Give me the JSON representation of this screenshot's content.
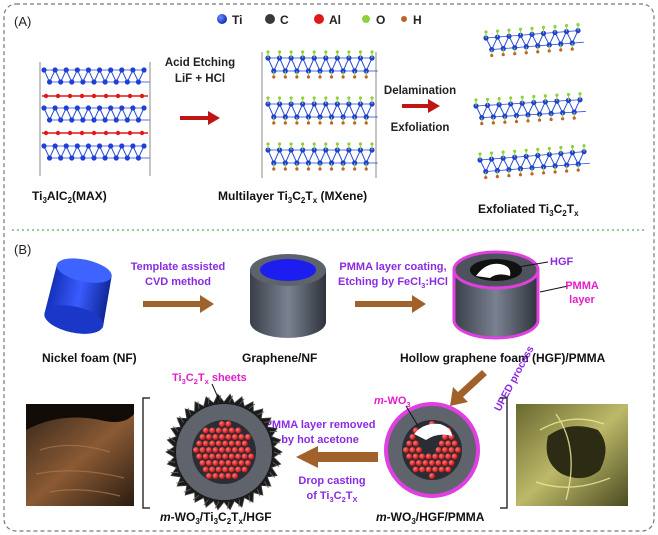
{
  "panel_a": {
    "label": "(A)",
    "legend": [
      {
        "symbol": "Ti",
        "color": "#1f3fd6"
      },
      {
        "symbol": "C",
        "color": "#3a3a3a"
      },
      {
        "symbol": "Al",
        "color": "#e01818"
      },
      {
        "symbol": "O",
        "color": "#8fd13a"
      },
      {
        "symbol": "H",
        "color": "#c0622a"
      }
    ],
    "step1": {
      "line1": "Acid Etching",
      "line2": "LiF + HCl"
    },
    "step2": {
      "line1": "Delamination",
      "line2": "Exfoliation"
    },
    "max_label": {
      "a": "Ti",
      "s1": "3",
      "b": "AlC",
      "s2": "2",
      "c": "(MAX)"
    },
    "multilayer_label": {
      "a": "Multilayer Ti",
      "s1": "3",
      "b": "C",
      "s2": "2",
      "c": "T",
      "s3": "x",
      "d": " (MXene)"
    },
    "exfoliated_label": {
      "a": "Exfoliated Ti",
      "s1": "3",
      "b": "C",
      "s2": "2",
      "c": "T",
      "s3": "x"
    }
  },
  "panel_b": {
    "label": "(B)",
    "step_cvd": {
      "line1": "Template assisted",
      "line2": "CVD method"
    },
    "step_pmma": {
      "line1": "PMMA layer coating,",
      "line2a": "Etching by FeCl",
      "line2s": "3",
      "line2b": ":HCl"
    },
    "hgf_label": "HGF",
    "pmma_label": {
      "line1": "PMMA",
      "line2": "layer"
    },
    "nickel_label": "Nickel foam (NF)",
    "graphene_label": "Graphene/NF",
    "hollow_label": "Hollow graphene foam (HGF)/PMMA",
    "uped_label": "UPED process",
    "wo3_label": {
      "a": "m",
      "b": "-WO",
      "s": "3"
    },
    "sheets_label": {
      "a": "Ti",
      "s1": "3",
      "b": "C",
      "s2": "2",
      "c": "T",
      "s3": "x",
      "d": " sheets"
    },
    "step_remove": {
      "line1": "PMMA layer removed",
      "line2": "by hot acetone"
    },
    "step_drop": {
      "line1": "Drop casting",
      "line2a": "of Ti",
      "s1": "3",
      "line2b": "C",
      "s2": "2",
      "line2c": "T",
      "s3": "X"
    },
    "hgf_pmma_label": {
      "a": "m",
      "b": "-WO",
      "s": "3",
      "c": "/HGF/PMMA"
    },
    "final_label": {
      "a": "m",
      "b": "-WO",
      "s1": "3",
      "c": "/Ti",
      "s2": "3",
      "d": "C",
      "s3": "2",
      "e": "T",
      "s4": "x",
      "f": "/HGF"
    }
  },
  "colors": {
    "ti": "#1f3fd6",
    "arrow_red": "#c01515",
    "arrow_brown": "#a0622a",
    "purple": "#8a2be2",
    "magenta": "#e020c8",
    "pmma_ring": "#e040e0",
    "green_divider": "#55aa55"
  }
}
